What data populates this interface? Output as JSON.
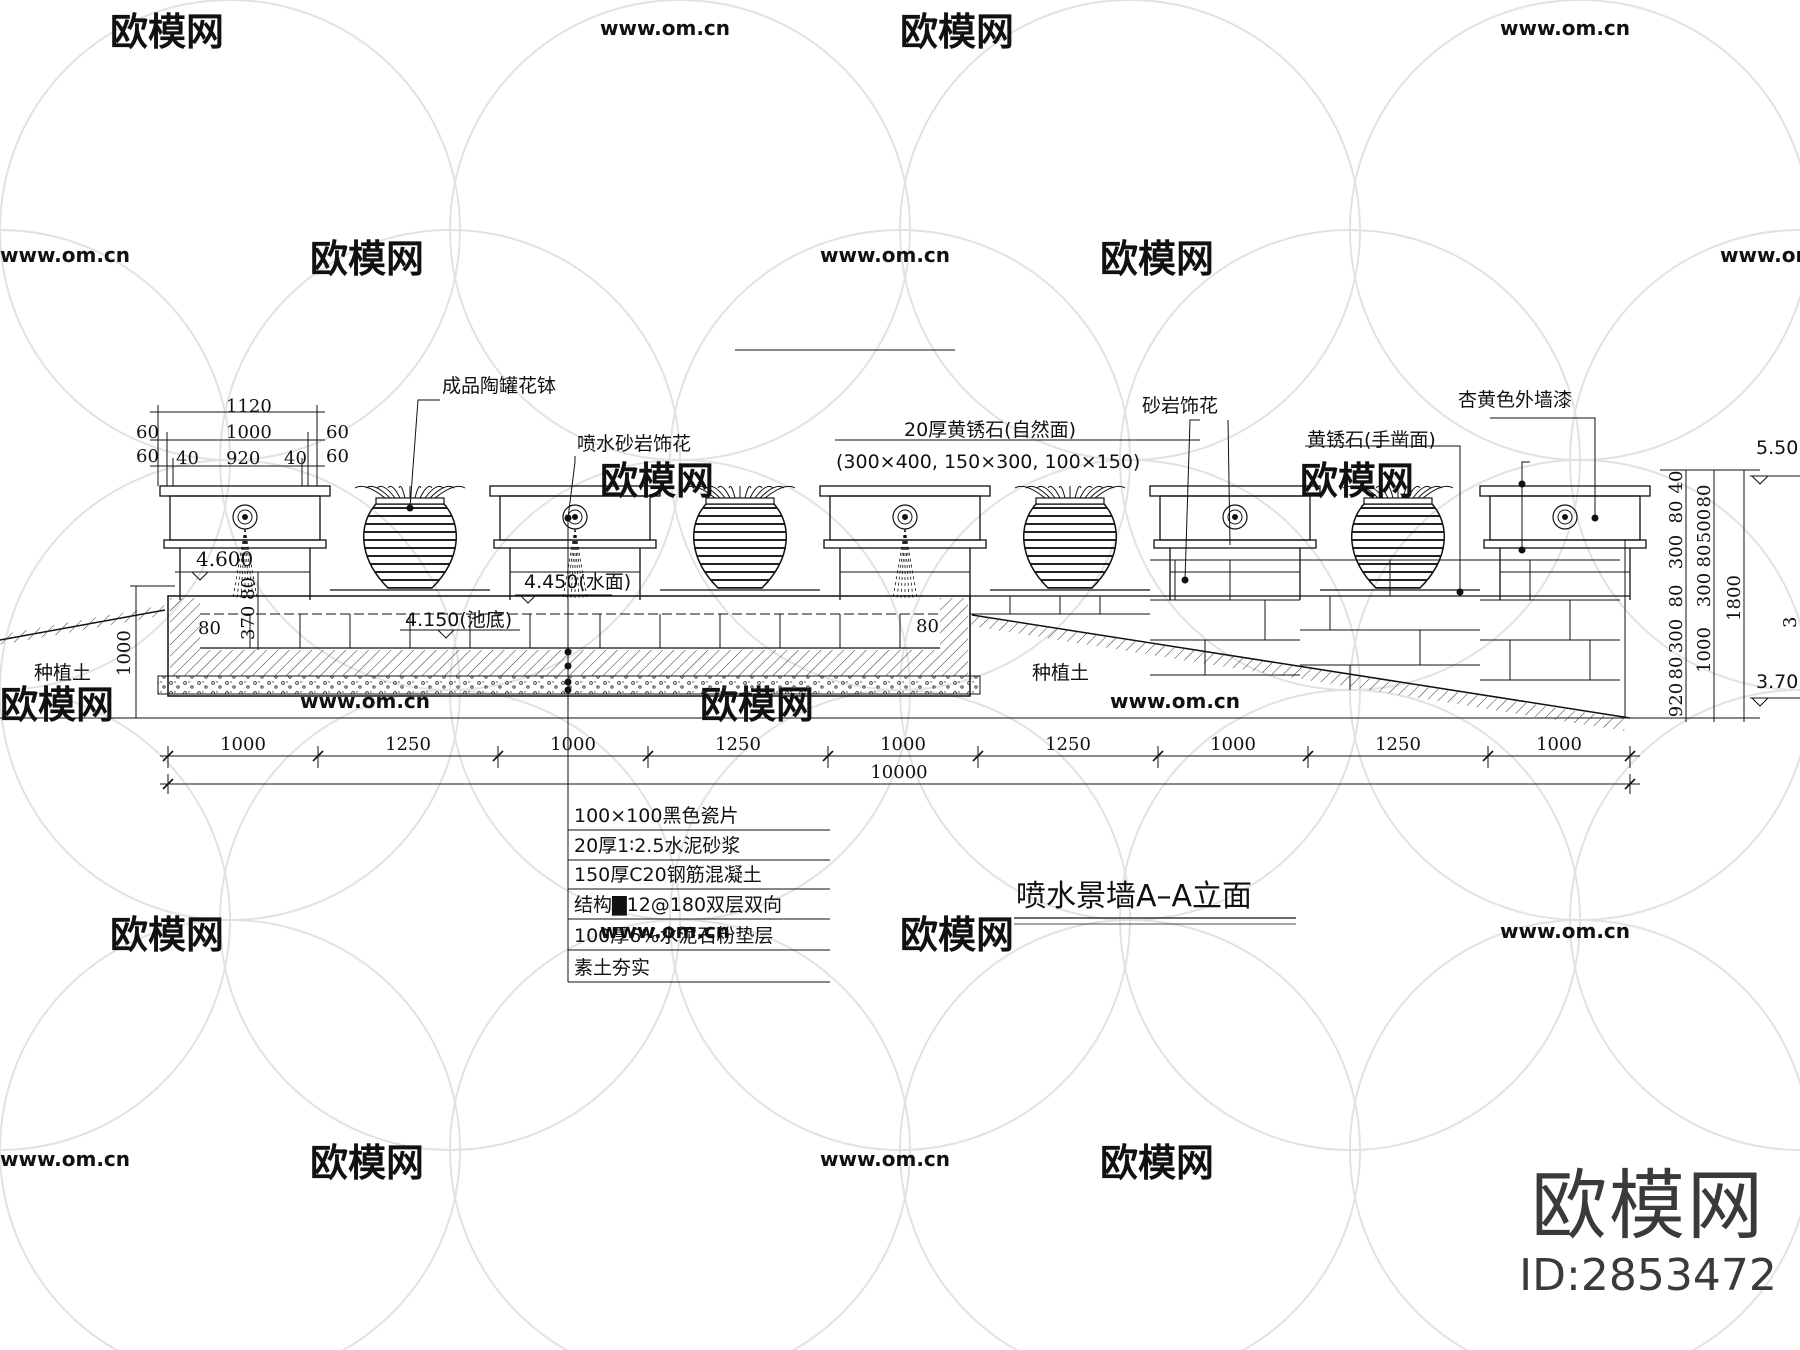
{
  "watermark": {
    "logo_text": "欧模网",
    "site_text": "www.om.cn"
  },
  "title": "喷水景墙A–A立面",
  "callouts": {
    "pot": "成品陶罐花钵",
    "sprinkler_flower": "喷水砂岩饰花",
    "yellow_rust_natural": "20厚黄锈石(自然面)",
    "yellow_rust_sizes": "(300×400, 150×300, 100×150)",
    "sandstone_flower": "砂岩饰花",
    "yellow_rust_chisel": "黄锈石(手凿面)",
    "paint": "杏黄色外墙漆"
  },
  "elevations": {
    "top_left": "4.600",
    "water_surface": "4.450(水面)",
    "pool_bottom": "4.150(池底)",
    "right_top": "5.50",
    "right_bottom": "3.70"
  },
  "soil_labels": [
    "种植土",
    "种植土"
  ],
  "top_dims": {
    "overall": "1120",
    "inner": "1000",
    "side_left": "60",
    "side_right": "60",
    "row3": [
      "60",
      "40",
      "920",
      "40",
      "60"
    ]
  },
  "left_dims": {
    "pool_depth": "370",
    "pool_wall": "80",
    "wall_height": "1000",
    "wall_80_left": "80",
    "wall_80_right": "80"
  },
  "bottom_dims": {
    "segments": [
      "1000",
      "1250",
      "1000",
      "1250",
      "1000",
      "1250",
      "1000",
      "1250",
      "1000"
    ],
    "total": "10000"
  },
  "right_dims": {
    "col1": [
      "40",
      "80",
      "300",
      "80",
      "300",
      "80",
      "920"
    ],
    "col2": [
      "80",
      "500",
      "80",
      "300",
      "1000"
    ],
    "col3": [
      "1800"
    ],
    "col3_partial": "3"
  },
  "layers": [
    "100×100黑色瓷片",
    "20厚1∶2.5水泥砂浆",
    "150厚C20钢筋混凝土",
    "结构▇12@180双层双向",
    "100厚6%水泥石粉垫层",
    "素土夯实"
  ],
  "brand": {
    "logo": "欧模网",
    "id": "ID:2853472"
  }
}
